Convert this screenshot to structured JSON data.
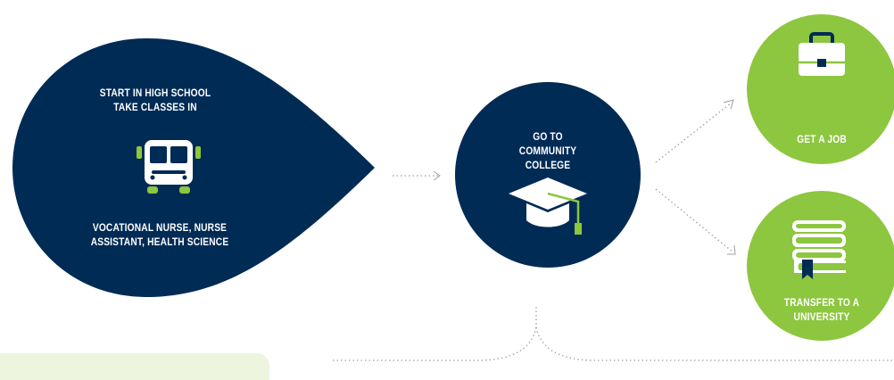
{
  "start": {
    "heading_line1": "START IN HIGH SCHOOL",
    "heading_line2": "TAKE CLASSES IN",
    "classes_line1": "VOCATIONAL NURSE, NURSE",
    "classes_line2": "ASSISTANT, HEALTH SCIENCE",
    "icon": "school-bus-icon"
  },
  "college": {
    "line1": "GO TO",
    "line2": "COMMUNITY",
    "line3": "COLLEGE",
    "icon": "graduation-cap-icon"
  },
  "job": {
    "label": "GET A JOB",
    "icon": "briefcase-icon"
  },
  "transfer": {
    "line1": "TRANSFER TO A",
    "line2": "UNIVERSITY",
    "icon": "books-icon"
  },
  "colors": {
    "navy": "#002b55",
    "green": "#8dc63f",
    "dotted_arrow": "#9aa0a6",
    "pale_green_panel": "#eef5de"
  }
}
